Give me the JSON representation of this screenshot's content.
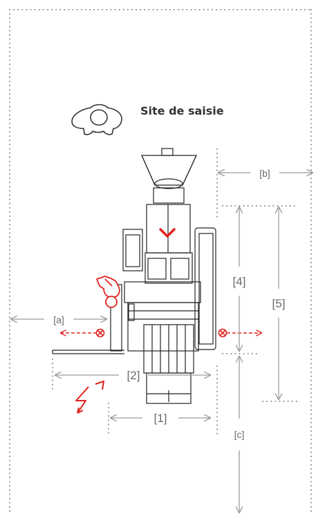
{
  "title": "Site de saisie",
  "dimensions": {
    "a": "[a]",
    "b": "[b]",
    "c": "[c]",
    "d1": "[1]",
    "d2": "[2]",
    "d4": "[4]",
    "d5": "[5]"
  },
  "colors": {
    "accent": "#e0221e",
    "line": "#9a9a9a",
    "machine": "#222222",
    "text": "#333333"
  },
  "icons": [
    "operator-head-icon",
    "hand-touch-icon",
    "electric-hazard-icon",
    "no-access-icon",
    "down-chevron-icon"
  ]
}
